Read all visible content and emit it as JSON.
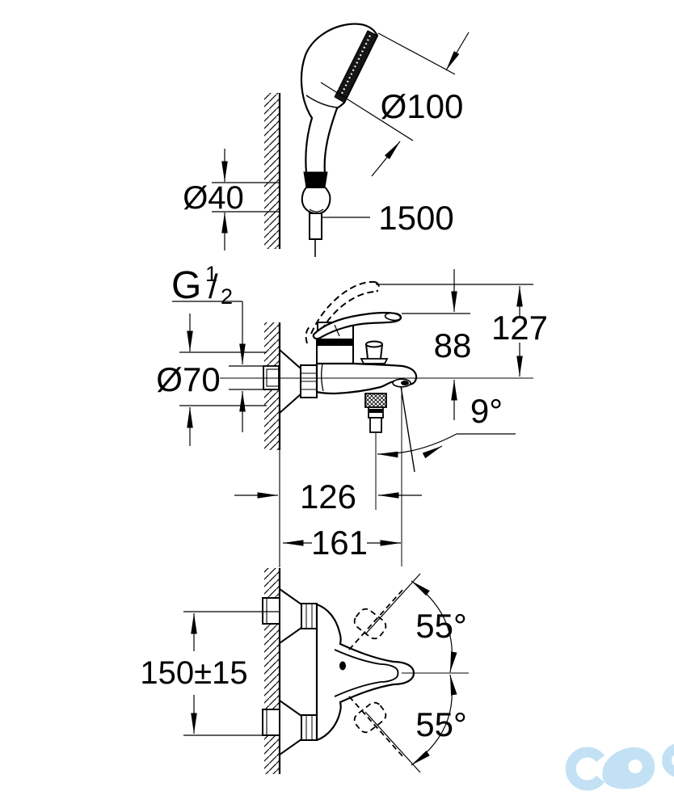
{
  "drawing": {
    "hand_shower_view": {
      "head_diameter": "Ø100",
      "holder_diameter": "Ø40",
      "hose_length": "1500"
    },
    "side_view": {
      "thread": {
        "prefix": "G",
        "numerator": "1",
        "slash": "/",
        "denominator": "2"
      },
      "escutcheon_diameter": "Ø70",
      "height_lever": "88",
      "height_lever_raised": "127",
      "spout_angle": "9°",
      "wall_to_hose_outlet": "126",
      "wall_to_spout_tip": "161"
    },
    "front_view": {
      "connection_distance": "150±15",
      "lever_swing_upper": "55°",
      "lever_swing_lower": "55°"
    },
    "colors": {
      "ink": "#000000",
      "paper": "#ffffff",
      "watermark_blue": "#c3e1f4"
    }
  }
}
